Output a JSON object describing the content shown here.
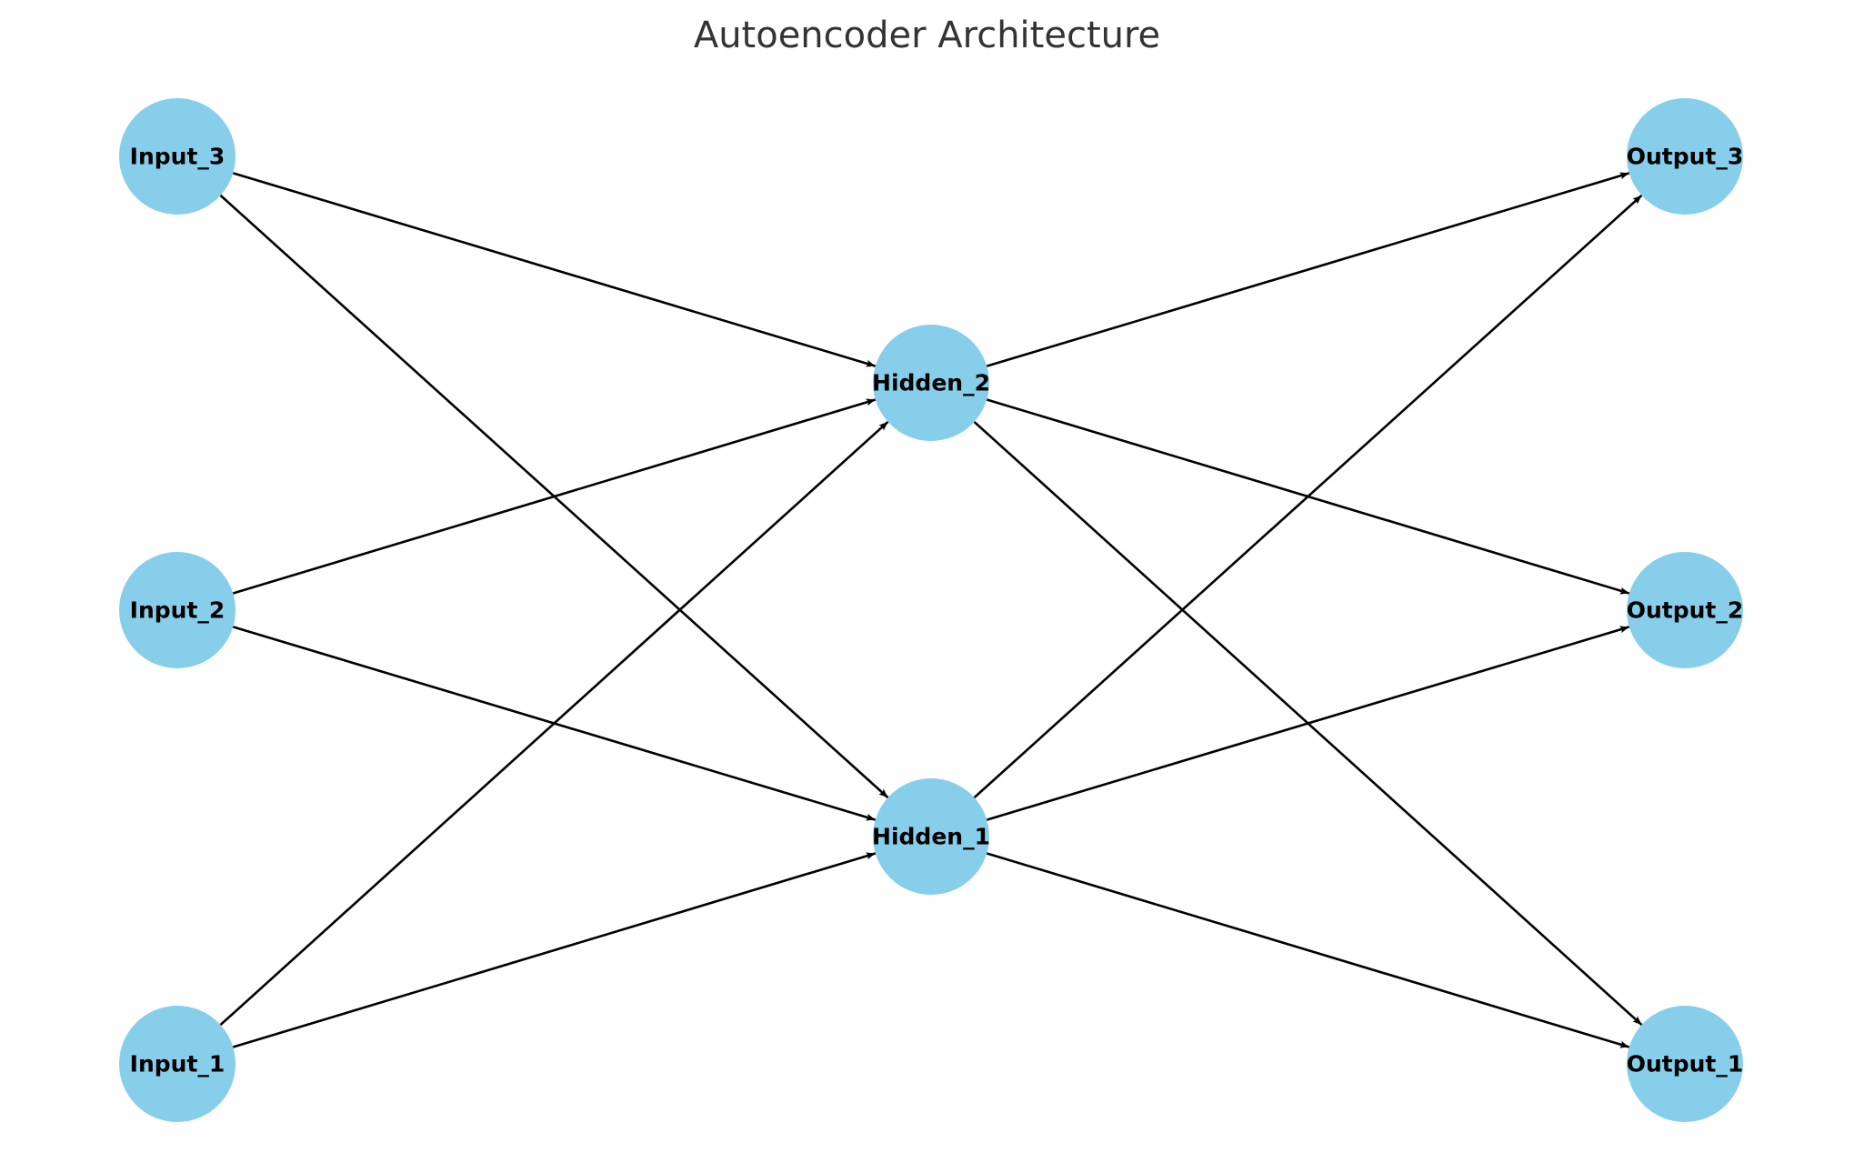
{
  "title": "Autoencoder Architecture",
  "colors": {
    "node_fill": "#87CEEB",
    "edge": "#000000",
    "label": "#000000",
    "title": "#333333",
    "background": "#ffffff"
  },
  "nodes": [
    {
      "id": "Input_1",
      "label": "Input_1",
      "layer": "input"
    },
    {
      "id": "Input_2",
      "label": "Input_2",
      "layer": "input"
    },
    {
      "id": "Input_3",
      "label": "Input_3",
      "layer": "input"
    },
    {
      "id": "Hidden_1",
      "label": "Hidden_1",
      "layer": "hidden"
    },
    {
      "id": "Hidden_2",
      "label": "Hidden_2",
      "layer": "hidden"
    },
    {
      "id": "Output_1",
      "label": "Output_1",
      "layer": "output"
    },
    {
      "id": "Output_2",
      "label": "Output_2",
      "layer": "output"
    },
    {
      "id": "Output_3",
      "label": "Output_3",
      "layer": "output"
    }
  ],
  "edges": [
    {
      "from": "Input_1",
      "to": "Hidden_1"
    },
    {
      "from": "Input_1",
      "to": "Hidden_2"
    },
    {
      "from": "Input_2",
      "to": "Hidden_1"
    },
    {
      "from": "Input_2",
      "to": "Hidden_2"
    },
    {
      "from": "Input_3",
      "to": "Hidden_1"
    },
    {
      "from": "Input_3",
      "to": "Hidden_2"
    },
    {
      "from": "Hidden_1",
      "to": "Output_1"
    },
    {
      "from": "Hidden_1",
      "to": "Output_2"
    },
    {
      "from": "Hidden_1",
      "to": "Output_3"
    },
    {
      "from": "Hidden_2",
      "to": "Output_1"
    },
    {
      "from": "Hidden_2",
      "to": "Output_2"
    },
    {
      "from": "Hidden_2",
      "to": "Output_3"
    }
  ]
}
